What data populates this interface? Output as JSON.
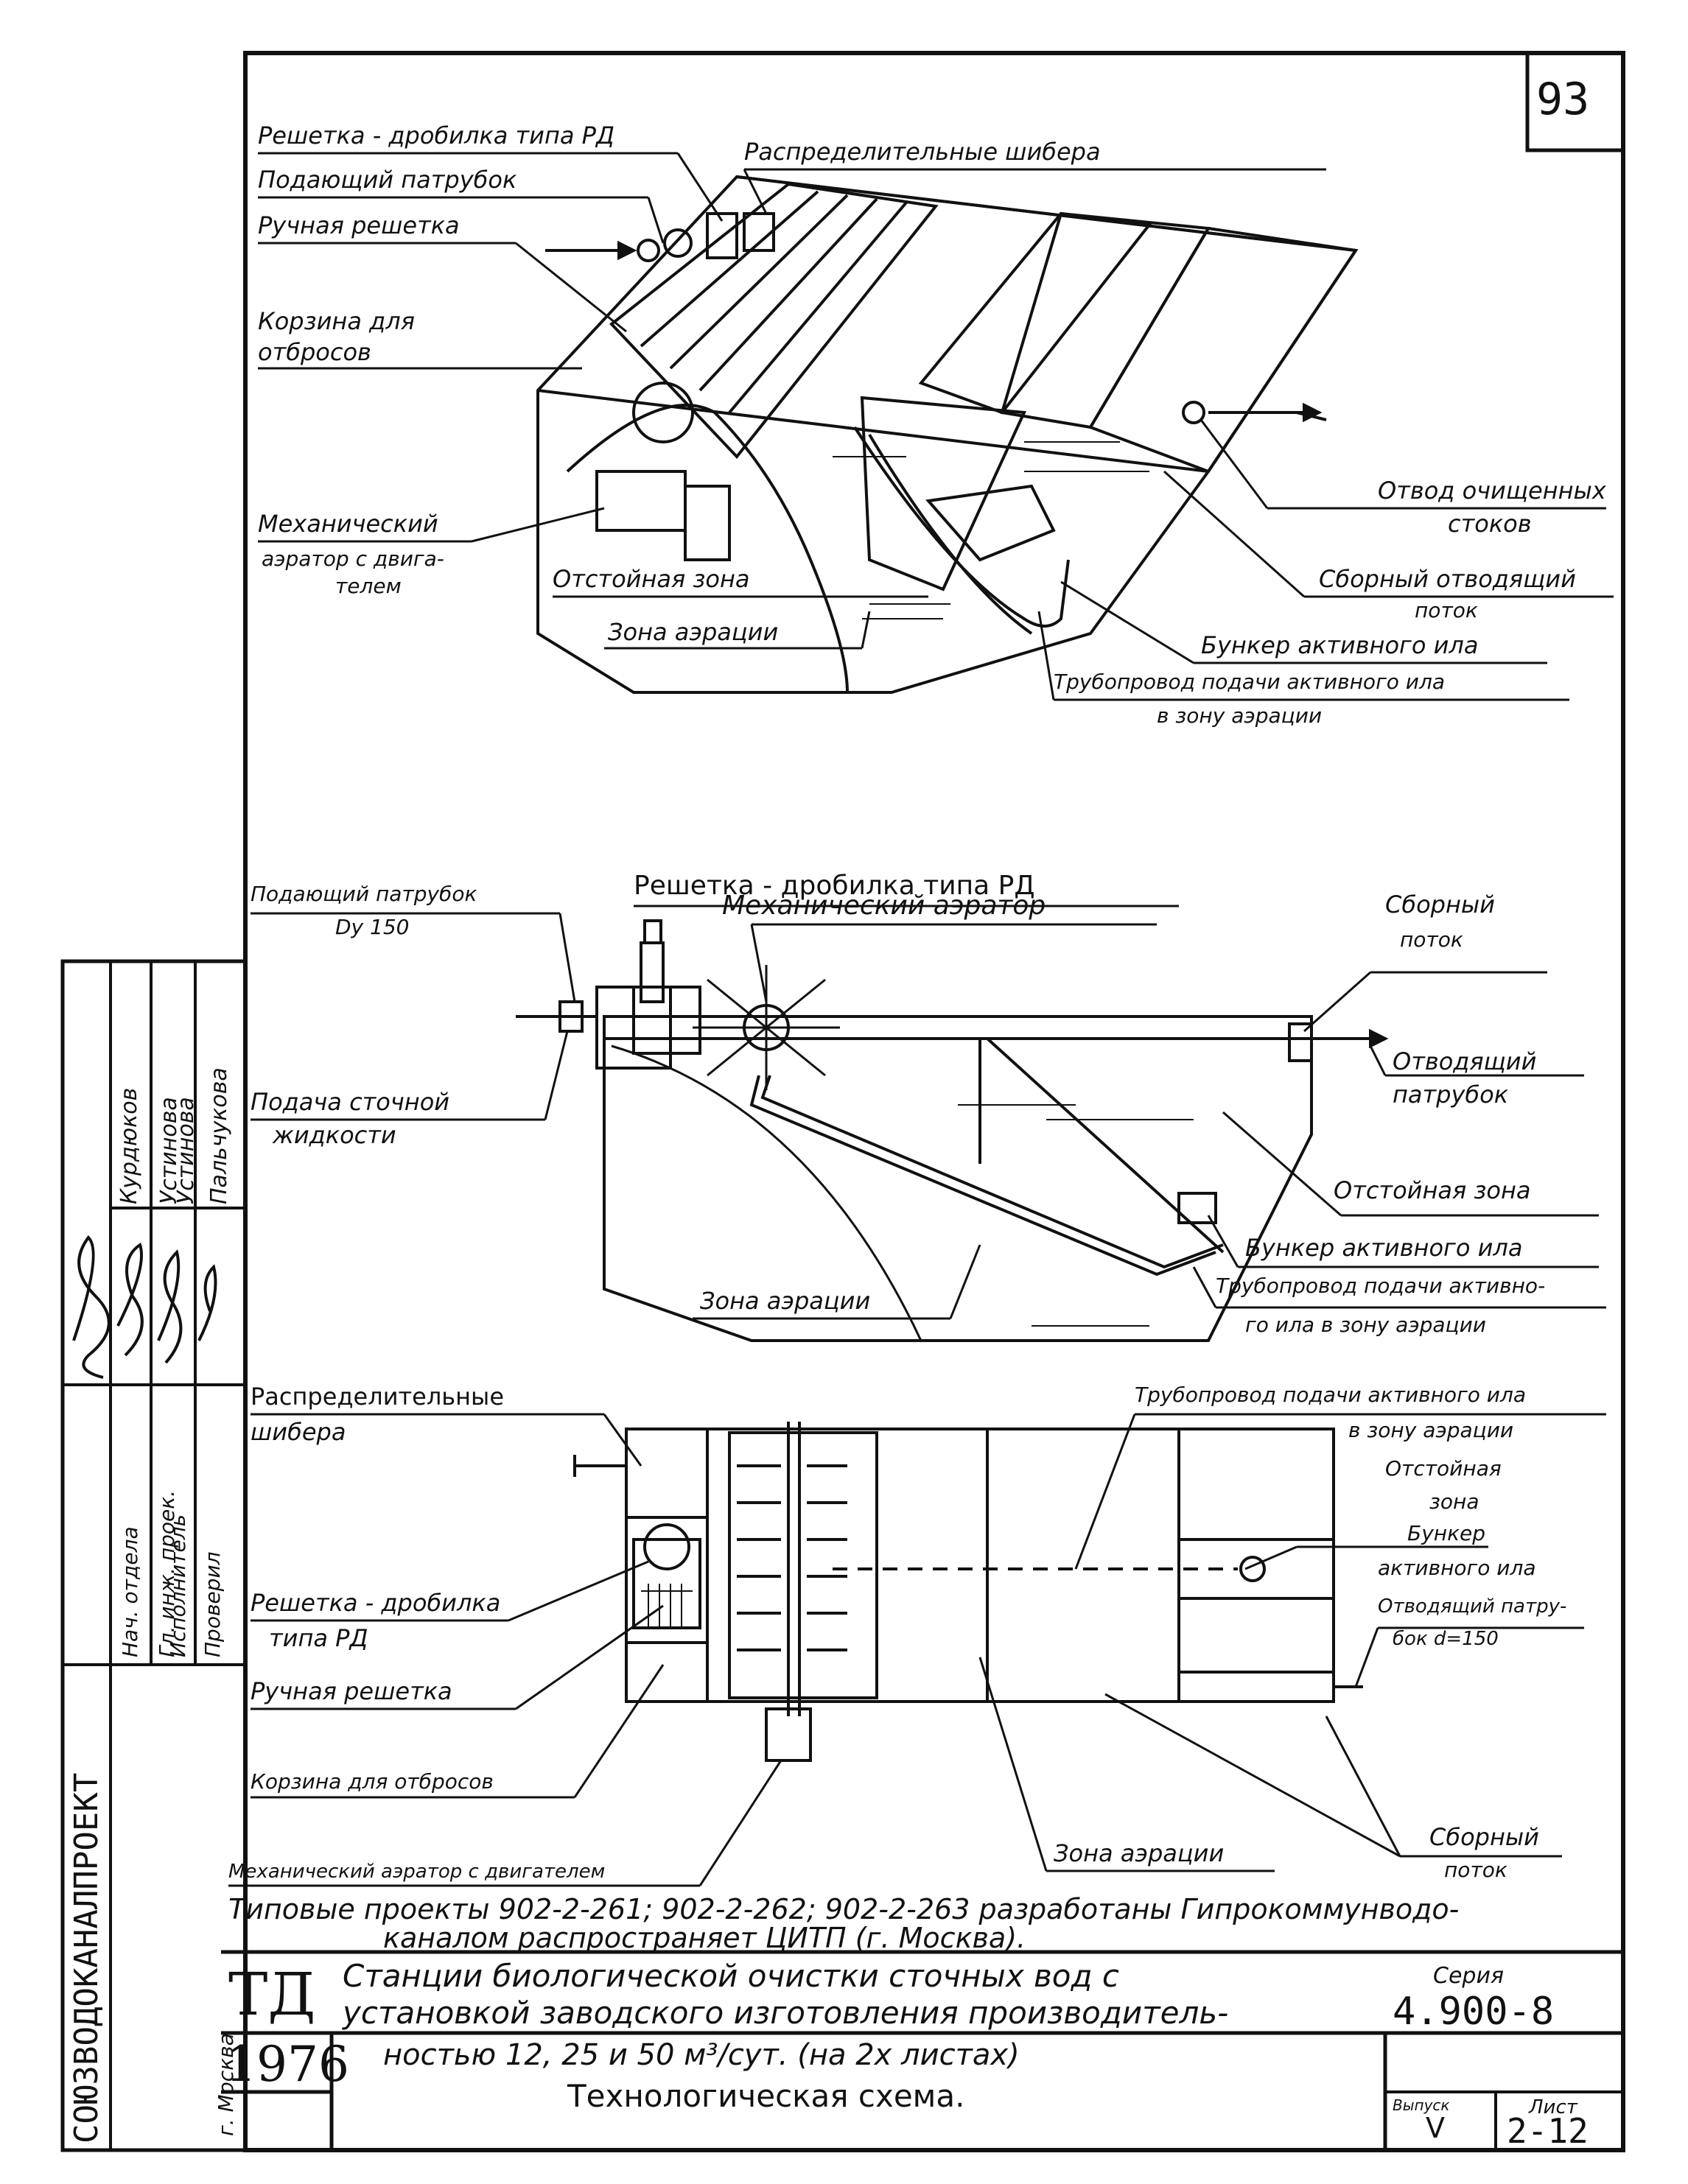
{
  "sheet": {
    "page_number": "93",
    "series_label": "Серия",
    "series": "4.900-8",
    "issue_label": "Выпуск",
    "issue": "V",
    "sheet_label": "Лист",
    "sheet_no": "2-12",
    "stamp_td": "ТД",
    "stamp_year": "1976"
  },
  "title": {
    "line1": "Станции биологической очистки сточных вод с",
    "line2": "установкой заводского изготовления производитель-",
    "line3": "ностью  12, 25  и  50 м³/сут. (на 2х листах)",
    "line4": "Технологическая  схема."
  },
  "note": {
    "line1": "Типовые  проекты 902-2-261; 902-2-262; 902-2-263 разработаны  Гипрокоммунводо-",
    "line2": "каналом             распространяет  ЦИТП (г. Москва)."
  },
  "org": {
    "name": "СОЮЗВОДОКАНАЛПРОЕКТ",
    "city": "г. Москва"
  },
  "staff": [
    {
      "role": "Нач. отдела",
      "name": "Курдюков"
    },
    {
      "role": "Гл. инж. проек.",
      "name": "Устинова"
    },
    {
      "role": "Исполнитель",
      "name": "Устинова"
    },
    {
      "role": "Проверил",
      "name": "Пальчукова"
    }
  ],
  "view1": {
    "l1": "Решетка - дробилка типа РД",
    "l2": "Подающий патрубок",
    "l3": "Распределительные  шибера",
    "l4": "Ручная решетка",
    "l5a": "Корзина для",
    "l5b": "отбросов",
    "l6a": "Механический",
    "l6b": "аэратор с двига-",
    "l6c": "телем",
    "l7": "Отстойная   зона",
    "l8": "Зона аэрации",
    "l9a": "Отвод очищенных",
    "l9b": "стоков",
    "l10a": "Сборный отводящий",
    "l10b": "поток",
    "l11": "Бункер активного ила",
    "l12a": "Трубопровод подачи активного ила",
    "l12b": "в  зону аэрации"
  },
  "view2": {
    "l1": "Решетка - дробилка  типа  РД",
    "l2": "Механический   аэратор",
    "l3a": "Подающий патрубок",
    "l3b": "Dy 150",
    "l4a": "Подача сточной",
    "l4b": "жидкости",
    "l5a": "Сборный",
    "l5b": "поток",
    "l6a": "Отводящий",
    "l6b": "патрубок",
    "l7": "Отстойная зона",
    "l8": "Бункер активного  ила",
    "l9a": "Трубопровод подачи активно-",
    "l9b": "го ила в зону аэрации",
    "l10": "Зона аэрации"
  },
  "view3": {
    "l1a": "Распределительные",
    "l1b": "шибера",
    "l2a": "Решетка - дробилка",
    "l2b": "типа  РД",
    "l3": "Ручная  решетка",
    "l4": "Корзина для отбросов",
    "l5": "Механический аэратор с двигателем",
    "l6a": "Трубопровод подачи активного ила",
    "l6b": "в зону аэрации",
    "l7a": "Отстойная",
    "l7b": "зона",
    "l8a": "Бункер",
    "l8b": "активного  ила",
    "l9a": "Отводящий патру-",
    "l9b": "бок  d=150",
    "l10a": "Сборный",
    "l10b": "поток",
    "l11": "Зона  аэрации"
  }
}
